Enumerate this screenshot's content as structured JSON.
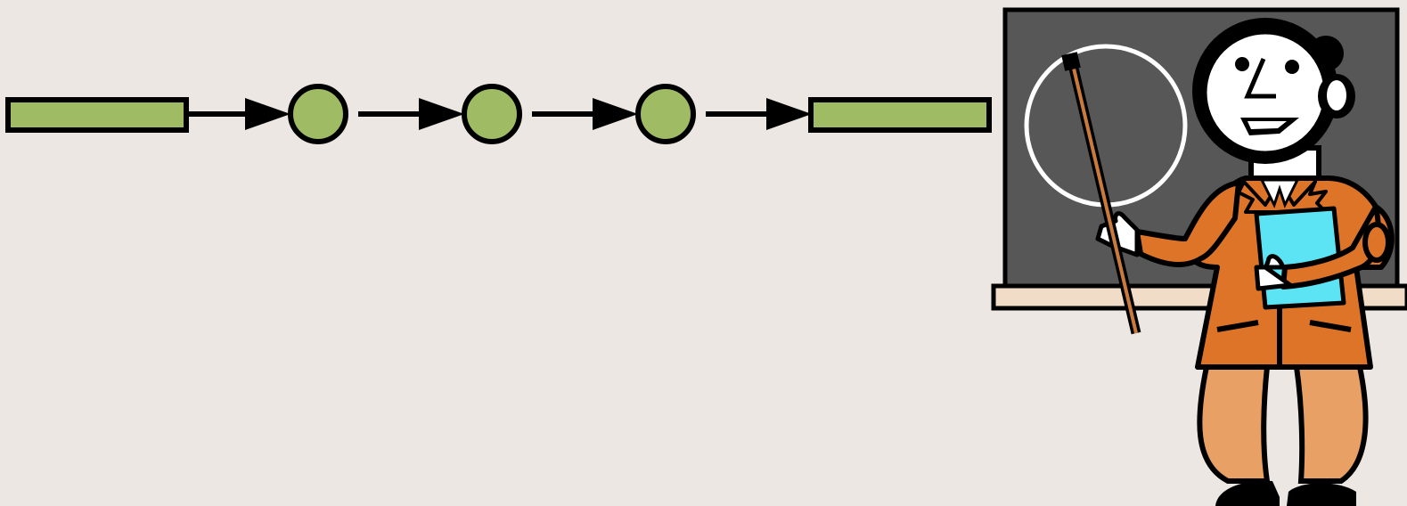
{
  "diagram": {
    "start_block": {
      "shape": "bar"
    },
    "nodes": [
      {
        "shape": "circle"
      },
      {
        "shape": "circle"
      },
      {
        "shape": "circle"
      }
    ],
    "end_block": {
      "shape": "bar"
    },
    "connectors": {
      "count": 4,
      "direction": "left-to-right",
      "style": "arrow"
    }
  },
  "illustration": {
    "subject": "teacher-clipart",
    "props": [
      "chalkboard",
      "pointer-stick",
      "book"
    ]
  },
  "colors": {
    "background": "#ece7e3",
    "node_fill": "#9fbb63",
    "stroke": "#000000",
    "chalkboard": "#575757",
    "chalk_line": "#ffffff",
    "dress": "#de7427",
    "skin": "#e8a064",
    "book": "#5ce4f4",
    "pointer": "#c97a3c",
    "ledge": "#f1dcc7"
  }
}
